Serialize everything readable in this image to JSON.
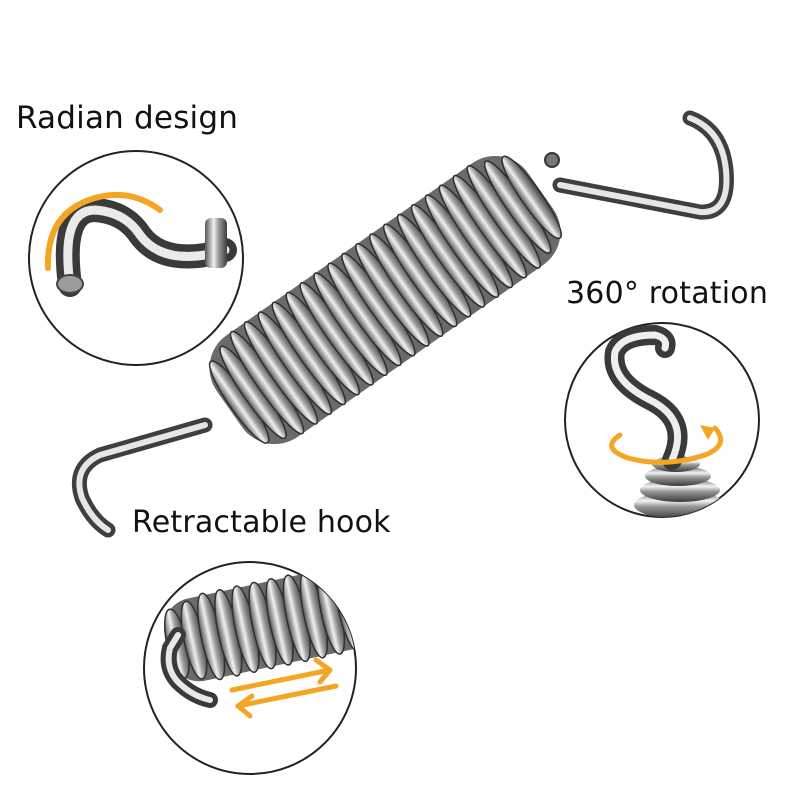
{
  "features": {
    "radian": {
      "label": "Radian design",
      "icon": "curved-arrow-icon"
    },
    "rotation": {
      "label": "360° rotation",
      "icon": "rotation-arrow-icon"
    },
    "retractable": {
      "label": "Retractable hook",
      "icon": "double-arrow-icon"
    }
  },
  "colors": {
    "accent": "#f5a524",
    "metal_dark": "#4a4a4a",
    "metal_light": "#f2f2f2",
    "circle_stroke": "#222222"
  }
}
